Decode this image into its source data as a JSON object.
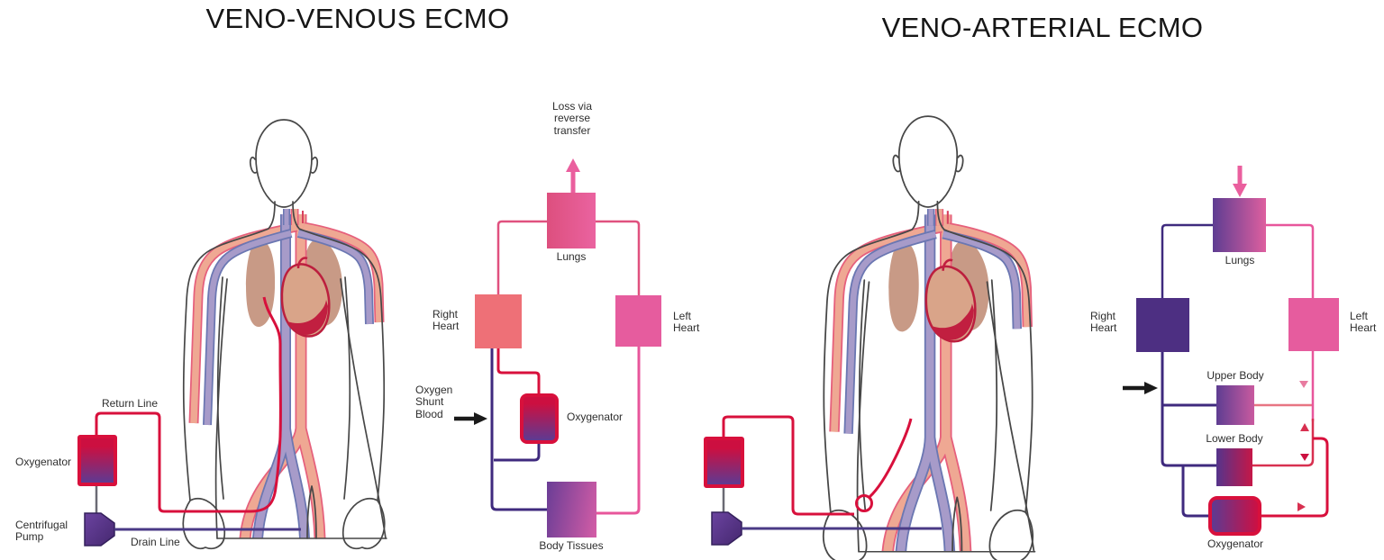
{
  "vv": {
    "title": "VENO-VENOUS ECMO",
    "equipment": {
      "return_line": "Return Line",
      "oxygenator": "Oxygenator",
      "pump": "Centrifugal Pump",
      "drain_line": "Drain Line"
    },
    "circuit": {
      "loss": "Loss via reverse transfer",
      "lungs": "Lungs",
      "right_heart": "Right Heart",
      "left_heart": "Left Heart",
      "shunt": "Oxygen Shunt Blood",
      "oxygenator": "Oxygenator",
      "body_tissues": "Body Tissues"
    }
  },
  "va": {
    "title": "VENO-ARTERIAL ECMO",
    "circuit": {
      "lungs": "Lungs",
      "right_heart": "Right Heart",
      "left_heart": "Left Heart",
      "upper_body": "Upper Body",
      "lower_body": "Lower Body",
      "oxygenator": "Oxygenator"
    }
  },
  "colors": {
    "pink_line": "#e8569b",
    "crimson_line": "#d8103c",
    "purple_line": "#3f2a7e",
    "salmon_box": "#ee7077",
    "pink_box": "#e65c9e",
    "dark_purple_box": "#4d2f82",
    "lungs_pink": "#e2548c",
    "gradient_purple": "#5e3d92",
    "gradient_red": "#c51747",
    "body_outline": "#474747",
    "lung_tan": "#c89a86",
    "vein_band": "#a79bc9",
    "artery_band": "#efa893"
  }
}
